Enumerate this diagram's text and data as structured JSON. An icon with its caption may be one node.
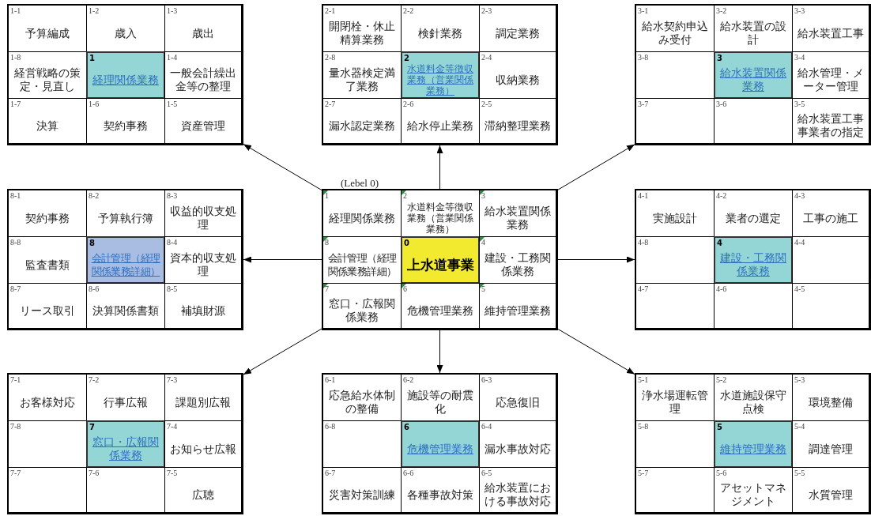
{
  "diagram": {
    "nodes": [
      {
        "text": [],
        "shape": "box"
      },
      {
        "text": [
          "1-1",
          "予算編成"
        ],
        "in": 0
      },
      {
        "text": [
          "1-2",
          "歳入"
        ],
        "in": 0
      },
      {
        "text": [
          "1-3",
          "歳出"
        ],
        "in": 0
      },
      {
        "text": [
          "1-8",
          "経営戦略の策定・見直し"
        ],
        "in": 0
      },
      {
        "text": [
          "1",
          "経理関係業務"
        ],
        "in": 0
      },
      {
        "text": [
          "1-4",
          "一般会計繰出金等の整理"
        ],
        "in": 0
      },
      {
        "text": [
          "1-7",
          "決算"
        ],
        "in": 0
      },
      {
        "text": [
          "1-6",
          "契約事務"
        ],
        "in": 0
      },
      {
        "text": [
          "1-5",
          "資産管理"
        ],
        "in": 0
      },
      {
        "text": [],
        "shape": "box"
      },
      {
        "text": [
          "2-1",
          "開閉栓・休止精算業務"
        ],
        "in": 10
      },
      {
        "text": [
          "2-2",
          "検針業務"
        ],
        "in": 10
      },
      {
        "text": [
          "2-3",
          "調定業務"
        ],
        "in": 10
      },
      {
        "text": [
          "2-8",
          "量水器検定満了業務"
        ],
        "in": 10
      },
      {
        "text": [
          "2",
          "水道料金等徴収業務（営業関係業務）"
        ],
        "in": 10
      },
      {
        "text": [
          "2-4",
          "収納業務"
        ],
        "in": 10
      },
      {
        "text": [
          "2-7",
          "漏水認定業務"
        ],
        "in": 10
      },
      {
        "text": [
          "2-6",
          "給水停止業務"
        ],
        "in": 10
      },
      {
        "text": [
          "2-5",
          "滞納整理業務"
        ],
        "in": 10
      },
      {
        "text": [],
        "shape": "box"
      },
      {
        "text": [
          "3-1",
          "給水契約申込み受付"
        ],
        "in": 20
      },
      {
        "text": [
          "3-2",
          "給水装置の設計"
        ],
        "in": 20
      },
      {
        "text": [
          "3-3",
          "給水装置工事"
        ],
        "in": 20
      },
      {
        "text": [
          "3-8"
        ],
        "in": 20
      },
      {
        "text": [
          "3",
          "給水装置関係業務"
        ],
        "in": 20
      },
      {
        "text": [
          "3-4",
          "給水管理・メーター管理"
        ],
        "in": 20
      },
      {
        "text": [
          "3-7"
        ],
        "in": 20
      },
      {
        "text": [
          "3-6"
        ],
        "in": 20
      },
      {
        "text": [
          "3-5",
          "給水装置工事事業者の指定"
        ],
        "in": 20
      },
      {
        "text": [],
        "shape": "box"
      },
      {
        "text": [
          "8-1",
          "契約事務"
        ],
        "in": 30
      },
      {
        "text": [
          "8-2",
          "予算執行簿"
        ],
        "in": 30
      },
      {
        "text": [
          "8-3",
          "収益的収支処理"
        ],
        "in": 30
      },
      {
        "text": [
          "8-8",
          "監査書類"
        ],
        "in": 30
      },
      {
        "text": [
          "8",
          "会計管理（経理関係業務詳細）"
        ],
        "in": 30
      },
      {
        "text": [
          "8-4",
          "資本的収支処理"
        ],
        "in": 30
      },
      {
        "text": [
          "8-7",
          "リース取引"
        ],
        "in": 30
      },
      {
        "text": [
          "8-6",
          "決算関係書類"
        ],
        "in": 30
      },
      {
        "text": [
          "8-5",
          "補填財源"
        ],
        "in": 30
      },
      {
        "text": [
          "(Lebel 0)"
        ]
      },
      {
        "text": [
          "1",
          "経理関係業務"
        ],
        "in": 40
      },
      {
        "text": [
          "2",
          "水道料金等徴収業務（営業関係業務）"
        ],
        "in": 40
      },
      {
        "text": [
          "3",
          "給水装置関係業務"
        ],
        "in": 40
      },
      {
        "text": [
          "8",
          "会計管理（経理関係業務詳細）"
        ],
        "in": 40
      },
      {
        "text": [
          "0",
          "上水道事業"
        ],
        "in": 40
      },
      {
        "text": [
          "4",
          "建設・工務関係業務"
        ],
        "in": 40
      },
      {
        "text": [
          "7",
          "窓口・広報関係業務"
        ],
        "in": 40
      },
      {
        "text": [
          "6",
          "危機管理業務"
        ],
        "in": 40
      },
      {
        "text": [
          "5",
          "維持管理業務"
        ],
        "in": 40
      },
      {
        "text": [],
        "shape": "box"
      },
      {
        "text": [
          "4-1",
          "実施設計"
        ],
        "in": 50
      },
      {
        "text": [
          "4-2",
          "業者の選定"
        ],
        "in": 50
      },
      {
        "text": [
          "4-3",
          "工事の施工"
        ],
        "in": 50
      },
      {
        "text": [
          "4-8"
        ],
        "in": 50
      },
      {
        "text": [
          "4",
          "建設・工務関係業務"
        ],
        "in": 50
      },
      {
        "text": [
          "4-4"
        ],
        "in": 50
      },
      {
        "text": [
          "4-7"
        ],
        "in": 50
      },
      {
        "text": [
          "4-6"
        ],
        "in": 50
      },
      {
        "text": [
          "4-5"
        ],
        "in": 50
      },
      {
        "text": [],
        "shape": "box"
      },
      {
        "text": [
          "7-1",
          "お客様対応"
        ],
        "in": 60
      },
      {
        "text": [
          "7-2",
          "行事広報"
        ],
        "in": 60
      },
      {
        "text": [
          "7-3",
          "課題別広報"
        ],
        "in": 60
      },
      {
        "text": [
          "7-8"
        ],
        "in": 60
      },
      {
        "text": [
          "7",
          "窓口・広報関係業務"
        ],
        "in": 60
      },
      {
        "text": [
          "7-4",
          "お知らせ広報"
        ],
        "in": 60
      },
      {
        "text": [
          "7-7"
        ],
        "in": 60
      },
      {
        "text": [
          "7-6"
        ],
        "in": 60
      },
      {
        "text": [
          "7-5",
          "広聴"
        ],
        "in": 60
      },
      {
        "text": [],
        "shape": "box"
      },
      {
        "text": [
          "6-1",
          "応急給水体制の整備"
        ],
        "in": 70
      },
      {
        "text": [
          "6-2",
          "施設等の耐震化"
        ],
        "in": 70
      },
      {
        "text": [
          "6-3",
          "応急復旧"
        ],
        "in": 70
      },
      {
        "text": [
          "6-8"
        ],
        "in": 70
      },
      {
        "text": [
          "6",
          "危機管理業務"
        ],
        "in": 70
      },
      {
        "text": [
          "6-4",
          "漏水事故対応"
        ],
        "in": 70
      },
      {
        "text": [
          "6-7",
          "災害対策訓練"
        ],
        "in": 70
      },
      {
        "text": [
          "6-6",
          "各種事故対策"
        ],
        "in": 70
      },
      {
        "text": [
          "6-5",
          "給水装置における事故対応"
        ],
        "in": 70
      },
      {
        "text": [],
        "shape": "box"
      },
      {
        "text": [
          "5-1",
          "浄水場運転管理"
        ],
        "in": 80
      },
      {
        "text": [
          "5-2",
          "水道施設保守点検"
        ],
        "in": 80
      },
      {
        "text": [
          "5-3",
          "環境整備"
        ],
        "in": 80
      },
      {
        "text": [
          "5-8"
        ],
        "in": 80
      },
      {
        "text": [
          "5",
          "維持管理業務"
        ],
        "in": 80
      },
      {
        "text": [
          "5-4",
          "調達管理"
        ],
        "in": 80
      },
      {
        "text": [
          "5-7"
        ],
        "in": 80
      },
      {
        "text": [
          "5-6",
          "アセットマネジメント"
        ],
        "in": 80
      },
      {
        "text": [
          "5-5",
          "水質管理"
        ],
        "in": 80
      }
    ],
    "edges": [
      {
        "from": 40,
        "to": 0,
        "arrow": "to"
      },
      {
        "from": 40,
        "to": 10,
        "arrow": "to"
      },
      {
        "from": 40,
        "to": 20,
        "arrow": "to"
      },
      {
        "from": 40,
        "to": 30,
        "arrow": "to"
      },
      {
        "from": 40,
        "to": 50,
        "arrow": "to"
      },
      {
        "from": 40,
        "to": 60,
        "arrow": "to"
      },
      {
        "from": 40,
        "to": 70,
        "arrow": "to"
      },
      {
        "from": 40,
        "to": 80,
        "arrow": "to"
      }
    ]
  }
}
